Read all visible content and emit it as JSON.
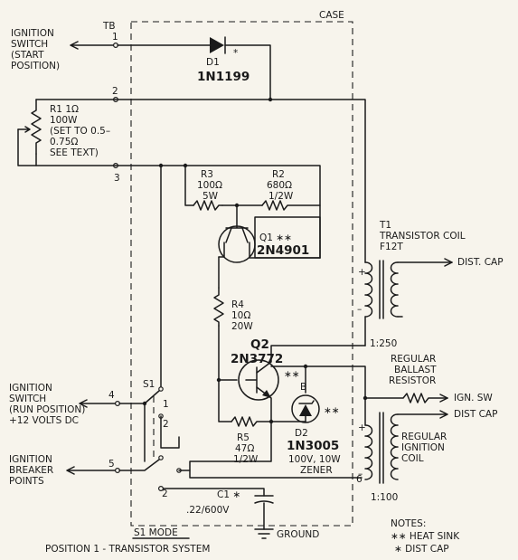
{
  "case_label": "CASE",
  "terminal_block": {
    "label": "TB",
    "numbers": [
      "1",
      "2",
      "3",
      "4",
      "5",
      "6",
      "2"
    ]
  },
  "ignition_switch_start": [
    "IGNITION",
    "SWITCH",
    "(START",
    "POSITION)"
  ],
  "d1": {
    "name": "D1",
    "star": "*",
    "part": "1N1199"
  },
  "r1": [
    "R1 1Ω",
    "100W",
    "(SET TO 0.5–",
    "0.75Ω",
    "SEE TEXT)"
  ],
  "r3": [
    "R3",
    "100Ω",
    "5W"
  ],
  "r2": [
    "R2",
    "680Ω",
    "1/2W"
  ],
  "q1": {
    "name": "Q1 ∗∗",
    "part": "2N4901"
  },
  "t1": [
    "T1",
    "TRANSISTOR COIL",
    "F12T"
  ],
  "dist_cap_1": "DIST. CAP",
  "r4": [
    "R4",
    "10Ω",
    "20W"
  ],
  "q2": {
    "name": "Q2",
    "part": "2N3772",
    "stars": "∗∗"
  },
  "t1_ratio": "1:250",
  "ballast": [
    "REGULAR",
    "BALLAST",
    "RESISTOR"
  ],
  "ign_sw": "IGN. SW",
  "dist_cap_2": "DIST CAP",
  "regular_coil": [
    "REGULAR",
    "IGNITION",
    "COIL"
  ],
  "ignition_switch_run": [
    "IGNITION",
    "SWITCH",
    "(RUN POSITION)",
    "+12 VOLTS DC"
  ],
  "s1": {
    "name": "S1",
    "pos1": "1",
    "pos2": "2"
  },
  "d2": {
    "name": "D2",
    "part": "1N3005",
    "spec": [
      "100V, 10W",
      "ZENER"
    ],
    "stars": "∗∗"
  },
  "r5": [
    "R5",
    "47Ω",
    "1/2W"
  ],
  "breaker_points": [
    "IGNITION",
    "BREAKER",
    "POINTS"
  ],
  "c1": [
    "C1 ∗",
    ".22/600V"
  ],
  "coil_ratio": "1:100",
  "ground": "GROUND",
  "s1_mode_title": "S1 MODE",
  "position_1": "POSITION 1 - TRANSISTOR SYSTEM",
  "notes": [
    "NOTES:",
    "∗∗ HEAT SINK",
    "∗ DIST CAP"
  ],
  "polarity": {
    "plus": "+",
    "minus": "–"
  }
}
